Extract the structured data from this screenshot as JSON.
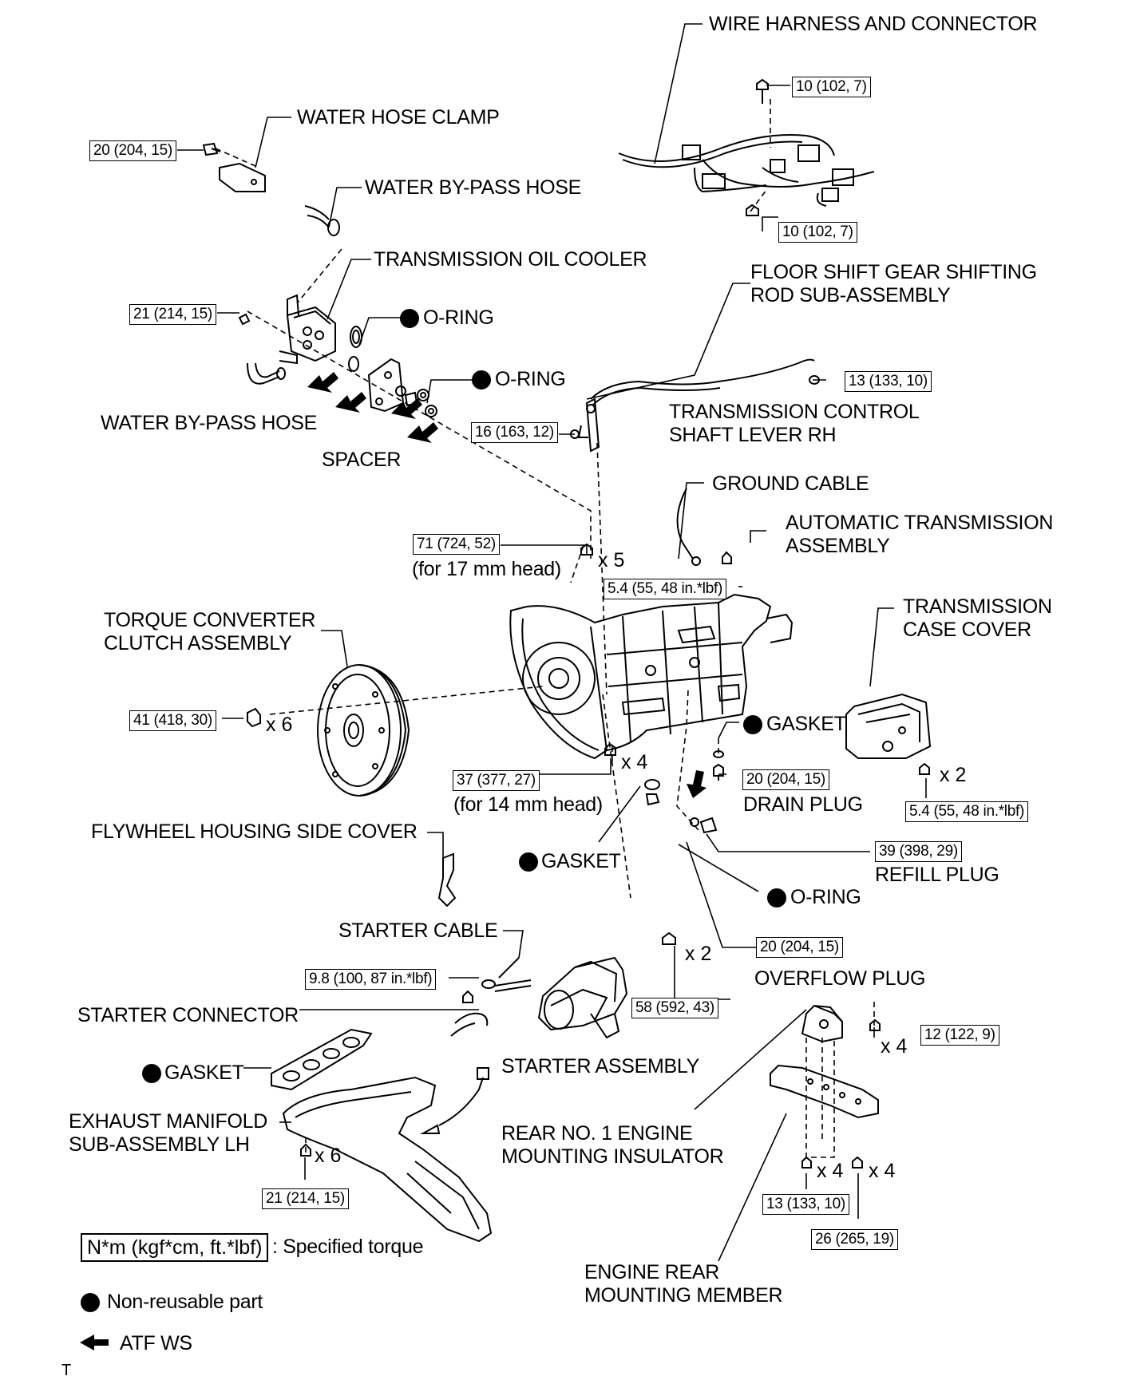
{
  "labels": {
    "wire_harness": "WIRE HARNESS AND CONNECTOR",
    "water_hose_clamp": "WATER HOSE CLAMP",
    "water_bypass_hose_top": "WATER BY-PASS HOSE",
    "trans_oil_cooler": "TRANSMISSION OIL COOLER",
    "o_ring_1": "O-RING",
    "o_ring_2": "O-RING",
    "water_bypass_hose_bottom": "WATER BY-PASS HOSE",
    "spacer": "SPACER",
    "floor_shift": "FLOOR SHIFT GEAR SHIFTING\nROD SUB-ASSEMBLY",
    "trans_control_lever": "TRANSMISSION CONTROL\nSHAFT LEVER RH",
    "ground_cable": "GROUND CABLE",
    "auto_trans": "AUTOMATIC TRANSMISSION\nASSEMBLY",
    "for_17": "(for 17 mm head)",
    "torque_converter": "TORQUE CONVERTER\nCLUTCH ASSEMBLY",
    "trans_case_cover": "TRANSMISSION\nCASE COVER",
    "gasket_1": "GASKET",
    "drain_plug": "DRAIN PLUG",
    "for_14": "(for 14 mm head)",
    "flywheel_cover": "FLYWHEEL HOUSING SIDE COVER",
    "gasket_2": "GASKET",
    "refill_plug": "REFILL PLUG",
    "o_ring_3": "O-RING",
    "starter_cable": "STARTER CABLE",
    "overflow_plug": "OVERFLOW PLUG",
    "starter_connector": "STARTER CONNECTOR",
    "gasket_3": "GASKET",
    "starter_assembly": "STARTER ASSEMBLY",
    "exhaust_manifold": "EXHAUST MANIFOLD\nSUB-ASSEMBLY LH",
    "rear_insulator": "REAR NO. 1 ENGINE\nMOUNTING INSULATOR",
    "engine_rear_member": "ENGINE REAR\nMOUNTING MEMBER"
  },
  "torques": {
    "harness_top": "10 (102, 7)",
    "harness_bottom": "10 (102, 7)",
    "hose_clamp": "20 (204, 15)",
    "oil_cooler": "21 (214, 15)",
    "shift_rod": "13 (133, 10)",
    "control_lever": "16 (163, 12)",
    "bolt_17": "71 (724, 52)",
    "ground_cable": "5.4 (55, 48 in.*lbf)",
    "torque_converter": "41 (418, 30)",
    "bolt_14": "37 (377, 27)",
    "drain_plug": "20 (204, 15)",
    "case_cover": "5.4 (55, 48 in.*lbf)",
    "refill_plug": "39 (398, 29)",
    "overflow_plug": "20 (204, 15)",
    "starter_cable": "9.8 (100, 87 in.*lbf)",
    "starter": "58 (592, 43)",
    "insulator": "12 (122, 9)",
    "exhaust": "21 (214, 15)",
    "member_1": "13 (133, 10)",
    "member_2": "26 (265, 19)"
  },
  "quantities": {
    "bolt_17": "x 5",
    "torque_converter": "x 6",
    "bolt_14": "x 4",
    "case_cover": "x 2",
    "starter": "x 2",
    "insulator": "x 4",
    "exhaust": "x 6",
    "member_1": "x 4",
    "member_2": "x 4"
  },
  "legend": {
    "torque_box": "N*m (kgf*cm, ft.*lbf)",
    "torque_text": ": Specified torque",
    "non_reusable": "Non-reusable part",
    "atf": "ATF WS"
  },
  "corner_mark": "T"
}
